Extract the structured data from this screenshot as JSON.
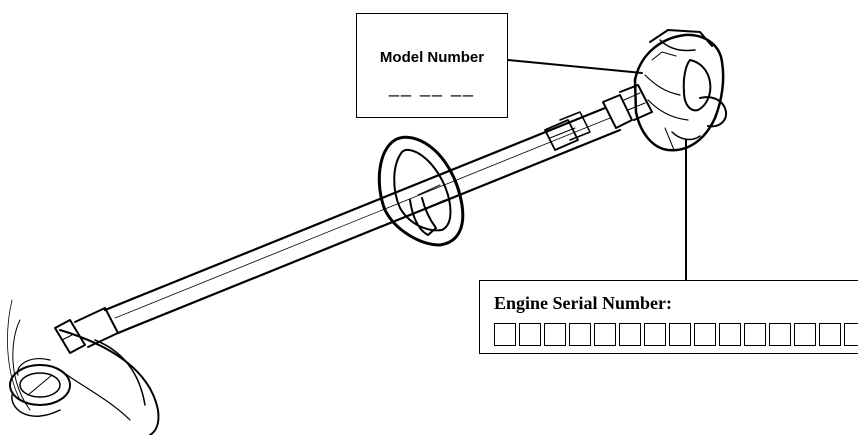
{
  "labels": {
    "model_number": "Model Number",
    "model_blanks": "__ __ __",
    "engine_serial": "Engine Serial Number:"
  },
  "serial_box_count": 15,
  "colors": {
    "ink": "#000000",
    "paper": "#ffffff"
  }
}
